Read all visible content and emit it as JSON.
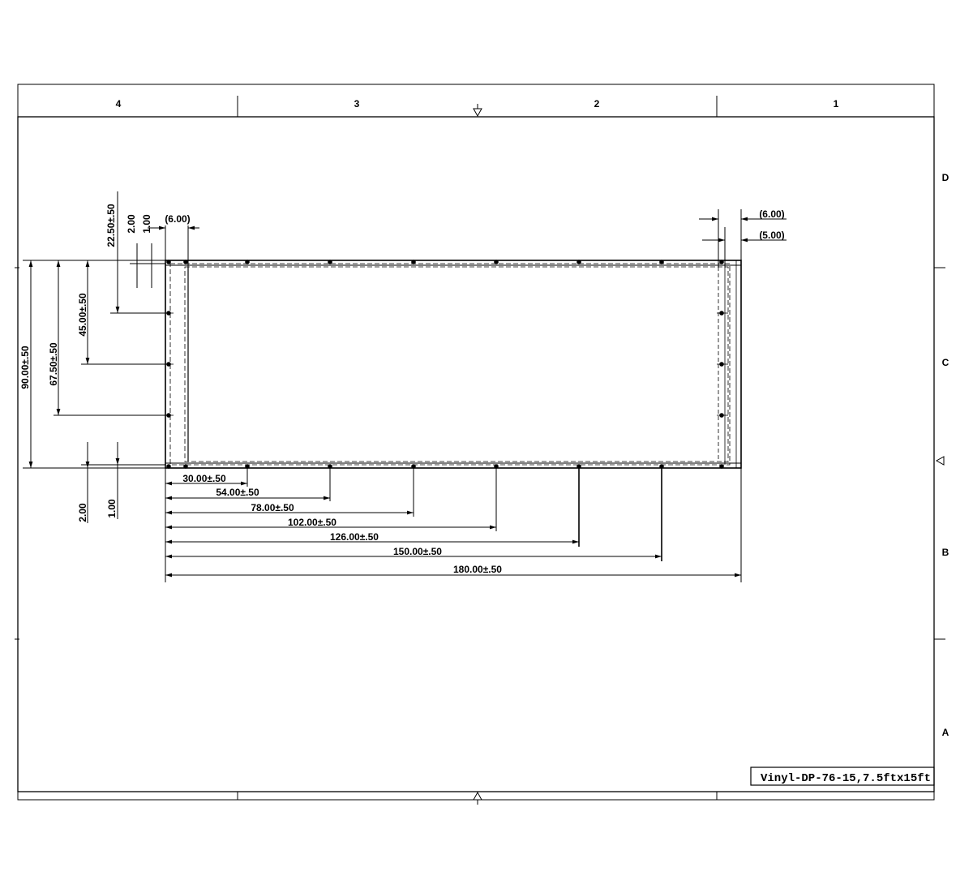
{
  "zones": {
    "columns": [
      "4",
      "3",
      "2",
      "1"
    ],
    "rows": [
      "D",
      "C",
      "B",
      "A"
    ]
  },
  "title_block": {
    "text": "Vinyl-DP-76-15,7.5ftx15ft"
  },
  "dimensions": {
    "top_left_depth": "22.50±.50",
    "top_left_2": "2.00",
    "top_left_1": "1.00",
    "top_left_ref": "(6.00)",
    "right_ref_6": "(6.00)",
    "right_ref_5": "(5.00)",
    "height_45": "45.00±.50",
    "height_675": "67.50±.50",
    "height_total": "90.00±.50",
    "bottom_2": "2.00",
    "bottom_1": "1.00",
    "len_30": "30.00±.50",
    "len_54": "54.00±.50",
    "len_78": "78.00±.50",
    "len_102": "102.00±.50",
    "len_126": "126.00±.50",
    "len_150": "150.00±.50",
    "len_180": "180.00±.50"
  }
}
